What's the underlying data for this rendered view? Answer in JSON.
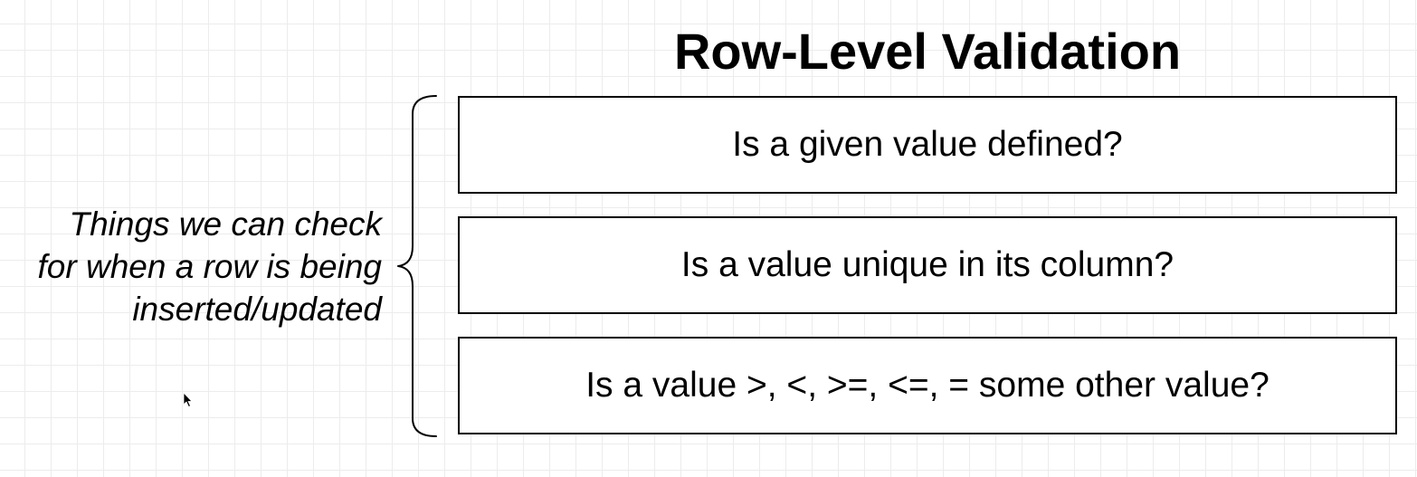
{
  "diagram": {
    "title": "Row-Level Validation",
    "side_note": {
      "lines": [
        "Things we can check",
        "for when a row is being",
        "inserted/updated"
      ]
    },
    "checks": [
      {
        "label": "Is a given value defined?"
      },
      {
        "label": "Is a value unique in its column?"
      },
      {
        "label": "Is a value >, <, >=, <=, = some other value?"
      }
    ]
  },
  "icons": {
    "brace": "curly-brace-icon",
    "cursor": "mouse-cursor-icon"
  },
  "colors": {
    "background": "#ffffff",
    "grid": "#ececec",
    "stroke": "#000000",
    "text": "#000000"
  }
}
